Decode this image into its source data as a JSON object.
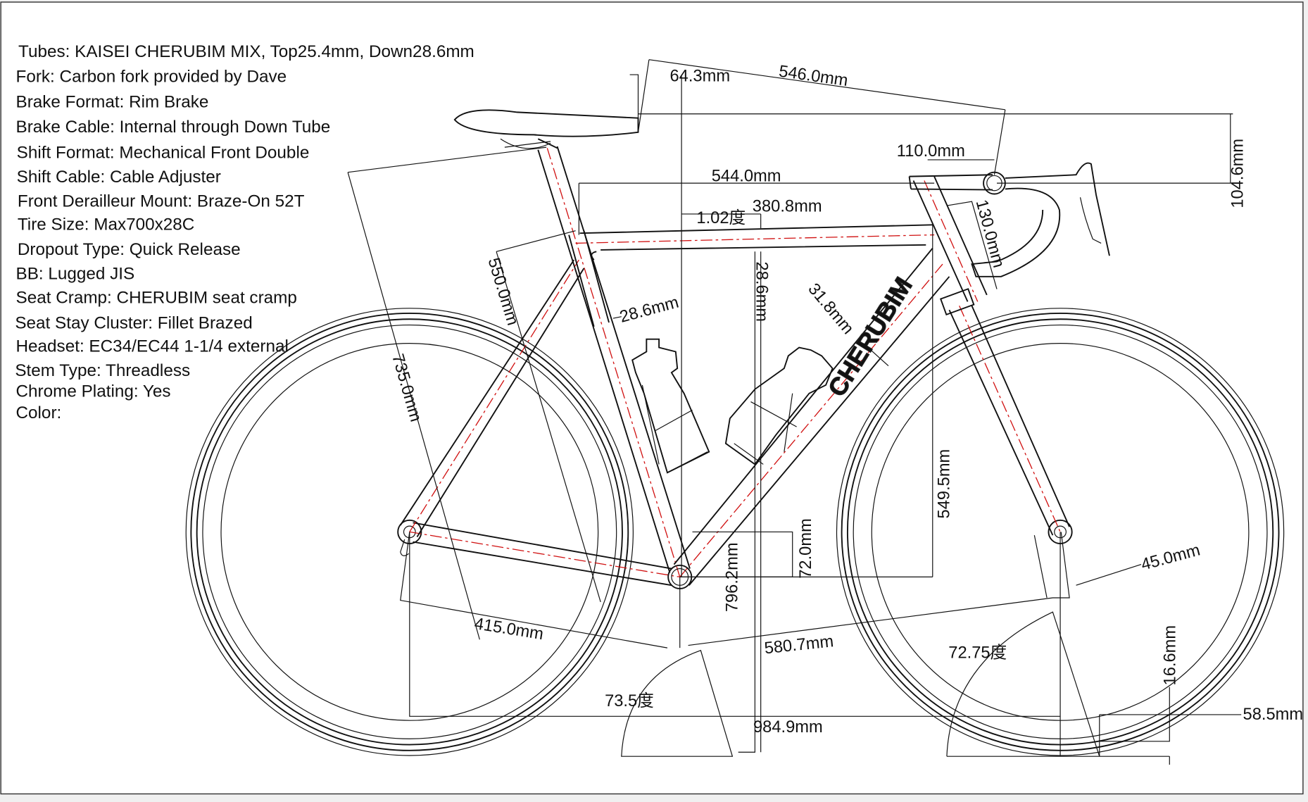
{
  "specs": [
    "Tubes: KAISEI CHERUBIM MIX, Top25.4mm, Down28.6mm",
    "Fork: Carbon fork provided by Dave",
    "Brake Format: Rim Brake",
    "Brake Cable: Internal through Down Tube",
    "Shift Format: Mechanical Front Double",
    "Shift Cable: Cable Adjuster",
    "Front Derailleur Mount: Braze-On 52T",
    "Tire Size: Max700x28C",
    "Dropout Type: Quick Release",
    "BB: Lugged JIS",
    "Seat Cramp: CHERUBIM seat cramp",
    "Seat Stay Cluster: Fillet Brazed",
    "Headset: EC34/EC44 1-1/4 external",
    "Stem Type: Threadless",
    "Chrome Plating: Yes",
    "Color:"
  ],
  "brand_logo": "CHERUBIM",
  "dimensions": {
    "saddle_setback": "64.3mm",
    "saddle_to_bar": "546.0mm",
    "stem_length": "110.0mm",
    "top_tube": "544.0mm",
    "top_tube_slope": "1.02度",
    "top_tube_horizontal": "380.8mm",
    "bar_drop": "104.6mm",
    "head_tube": "130.0mm",
    "seat_tube_dia": "28.6mm",
    "down_tube_dia_vertical": "28.6mm",
    "head_tube_dia": "31.8mm",
    "seat_tube": "550.0mm",
    "saddle_height": "735.0mm",
    "stack": "549.5mm",
    "bar_height": "796.2mm",
    "bb_drop": "72.0mm",
    "fork_offset": "45.0mm",
    "chainstay": "415.0mm",
    "front_center": "580.7mm",
    "seat_angle": "73.5度",
    "head_angle": "72.75度",
    "wheelbase": "984.9mm",
    "toe_overlap": "16.6mm",
    "trail": "58.5mm"
  },
  "colors": {
    "centerline": "#d01010",
    "line": "#111111"
  }
}
